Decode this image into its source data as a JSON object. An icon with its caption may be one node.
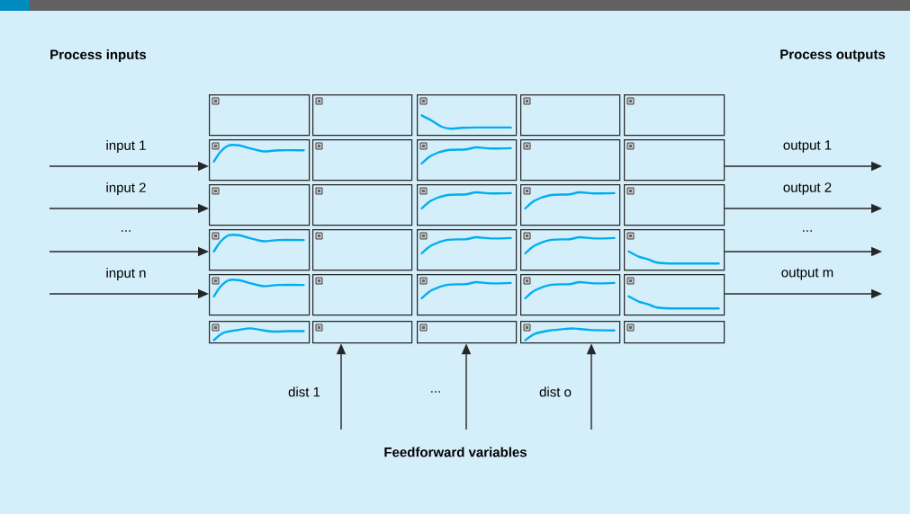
{
  "diagram": {
    "nodes": [
      {
        "text": [],
        "shape": "box"
      },
      {
        "text": [],
        "shape": "box"
      },
      {
        "text": [],
        "shape": "box"
      },
      {
        "text": [],
        "shape": "box"
      },
      {
        "text": [],
        "shape": "box"
      },
      {
        "text": [],
        "shape": "box"
      },
      {
        "text": [],
        "shape": "box"
      },
      {
        "text": [],
        "shape": "box"
      },
      {
        "text": [],
        "shape": "box"
      },
      {
        "text": [],
        "shape": "box"
      },
      {
        "text": [],
        "shape": "box"
      },
      {
        "text": [],
        "shape": "box"
      },
      {
        "text": [],
        "shape": "box"
      },
      {
        "text": [],
        "shape": "box"
      },
      {
        "text": [],
        "shape": "box"
      },
      {
        "text": [],
        "shape": "box"
      },
      {
        "text": [],
        "shape": "box"
      },
      {
        "text": [],
        "shape": "box"
      },
      {
        "text": [],
        "shape": "box"
      },
      {
        "text": [],
        "shape": "box"
      },
      {
        "text": [],
        "shape": "box"
      },
      {
        "text": [],
        "shape": "box"
      },
      {
        "text": [],
        "shape": "box"
      },
      {
        "text": [],
        "shape": "box"
      },
      {
        "text": [],
        "shape": "box"
      },
      {
        "text": [],
        "shape": "box"
      },
      {
        "text": [],
        "shape": "box"
      },
      {
        "text": [],
        "shape": "box"
      },
      {
        "text": [],
        "shape": "box"
      },
      {
        "text": [],
        "shape": "box"
      }
    ],
    "edges": [
      {
        "from": null,
        "to": 5,
        "arrow": "to",
        "label": "input 1"
      },
      {
        "from": null,
        "to": 10,
        "arrow": "to",
        "label": "input 2"
      },
      {
        "from": null,
        "to": 15,
        "arrow": "to",
        "label": "..."
      },
      {
        "from": null,
        "to": 20,
        "arrow": "to",
        "label": "input n"
      },
      {
        "from": 9,
        "to": null,
        "arrow": "to",
        "label": "output 1"
      },
      {
        "from": 14,
        "to": null,
        "arrow": "to",
        "label": "output 2"
      },
      {
        "from": 19,
        "to": null,
        "arrow": "to",
        "label": "..."
      },
      {
        "from": 24,
        "to": null,
        "arrow": "to",
        "label": "output m"
      },
      {
        "from": null,
        "to": 26,
        "arrow": "to",
        "label": "dist 1"
      },
      {
        "from": null,
        "to": 27,
        "arrow": "to",
        "label": "..."
      },
      {
        "from": null,
        "to": 28,
        "arrow": "to",
        "label": "dist o"
      }
    ],
    "labels": [
      "Process inputs",
      "Process outputs",
      "Feedforward variables"
    ]
  }
}
